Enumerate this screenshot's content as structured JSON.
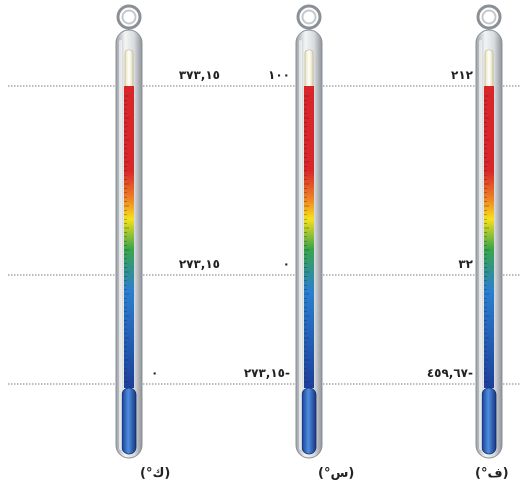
{
  "thermometers": [
    {
      "id": "kelvin",
      "unit_label": "(°ك)",
      "readings": {
        "boiling": "٣٧٣,١٥",
        "freezing": "٢٧٣,١٥",
        "absolute_zero": "٠"
      }
    },
    {
      "id": "celsius",
      "unit_label": "(°س)",
      "readings": {
        "boiling": "١٠٠",
        "freezing": "٠",
        "absolute_zero": "-٢٧٣,١٥"
      }
    },
    {
      "id": "fahrenheit",
      "unit_label": "(°ف)",
      "readings": {
        "boiling": "٢١٢",
        "freezing": "٣٢",
        "absolute_zero": "-٤٥٩,٦٧"
      }
    }
  ],
  "colors": {
    "hot": "#d8262a",
    "warm": "#f7e11c",
    "mid": "#39a54a",
    "cool": "#2a7fd0",
    "cold": "#1d3f9b",
    "glass": "#c9cdd2",
    "ref_line": "#7a7a7a"
  }
}
